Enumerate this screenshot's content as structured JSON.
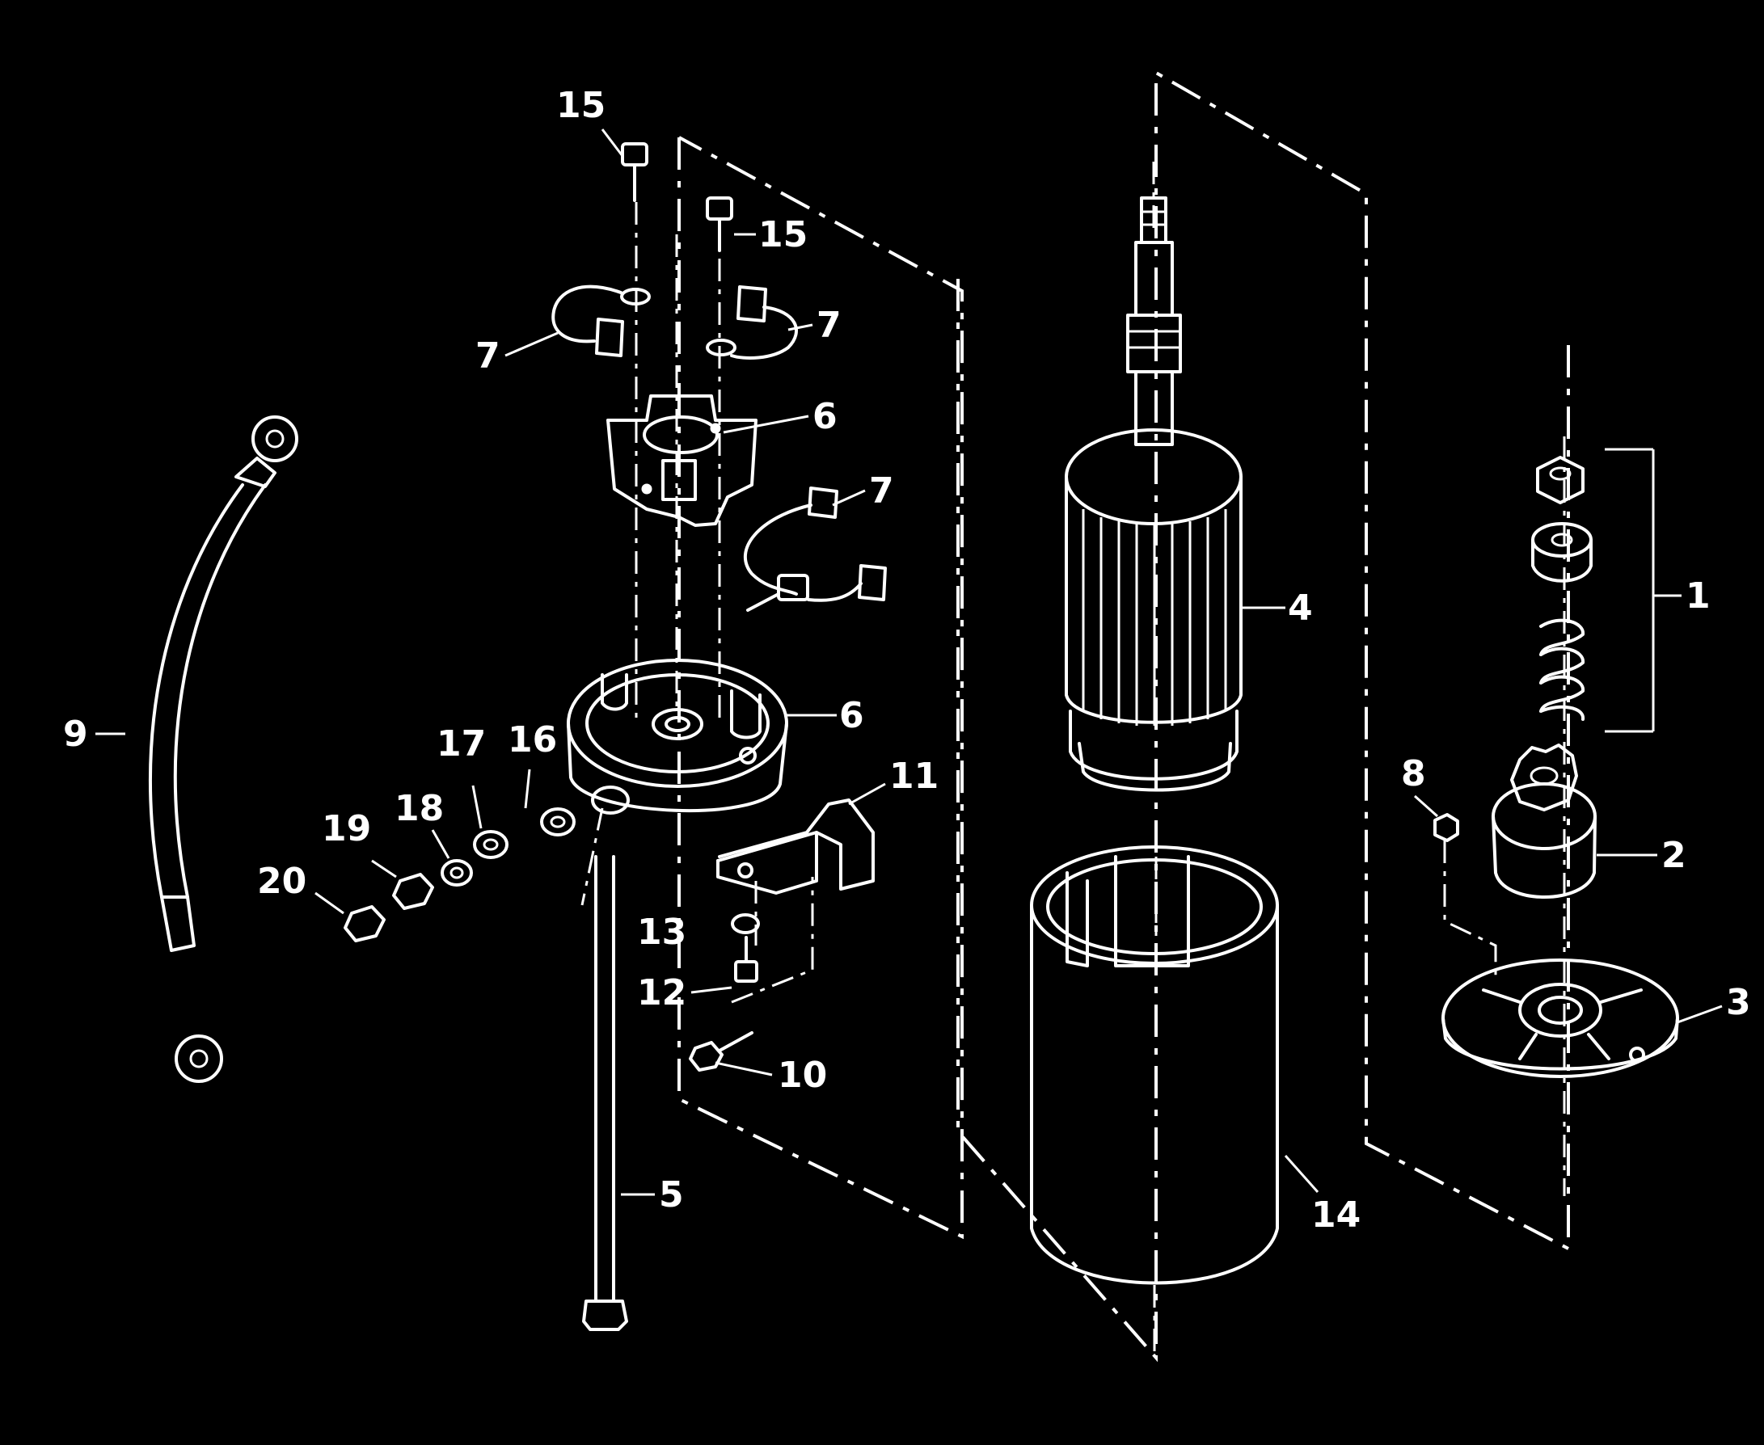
{
  "diagram": {
    "palette": {
      "background": "#000000",
      "line": "#ffffff"
    },
    "parts": [
      {
        "key": "p1",
        "callout": "1",
        "part": "pinion-stop-nut-spring-set"
      },
      {
        "key": "p2",
        "callout": "2",
        "part": "drive-pinion"
      },
      {
        "key": "p3",
        "callout": "3",
        "part": "drive-end-cap"
      },
      {
        "key": "p4",
        "callout": "4",
        "part": "armature"
      },
      {
        "key": "p5",
        "callout": "5",
        "part": "through-bolt"
      },
      {
        "key": "p6a",
        "callout": "6",
        "part": "brush-holder"
      },
      {
        "key": "p6b",
        "callout": "6",
        "part": "commutator-end-cap"
      },
      {
        "key": "p7a",
        "callout": "7",
        "part": "brush-spring-left"
      },
      {
        "key": "p7b",
        "callout": "7",
        "part": "brush-spring-right"
      },
      {
        "key": "p7c",
        "callout": "7",
        "part": "brush-lead-set"
      },
      {
        "key": "p8",
        "callout": "8",
        "part": "nut"
      },
      {
        "key": "p9",
        "callout": "9",
        "part": "cable"
      },
      {
        "key": "p10",
        "callout": "10",
        "part": "bracket-screw"
      },
      {
        "key": "p11",
        "callout": "11",
        "part": "mounting-bracket"
      },
      {
        "key": "p12",
        "callout": "12",
        "part": "screw"
      },
      {
        "key": "p13",
        "callout": "13",
        "part": "lockwasher"
      },
      {
        "key": "p14",
        "callout": "14",
        "part": "frame-housing"
      },
      {
        "key": "p15a",
        "callout": "15",
        "part": "brush-holder-screw-left"
      },
      {
        "key": "p15b",
        "callout": "15",
        "part": "brush-holder-screw-right"
      },
      {
        "key": "p16",
        "callout": "16",
        "part": "insulating-washer"
      },
      {
        "key": "p17",
        "callout": "17",
        "part": "flat-washer"
      },
      {
        "key": "p18",
        "callout": "18",
        "part": "lockwasher-terminal"
      },
      {
        "key": "p19",
        "callout": "19",
        "part": "nut-terminal"
      },
      {
        "key": "p20",
        "callout": "20",
        "part": "locknut-terminal"
      }
    ]
  }
}
